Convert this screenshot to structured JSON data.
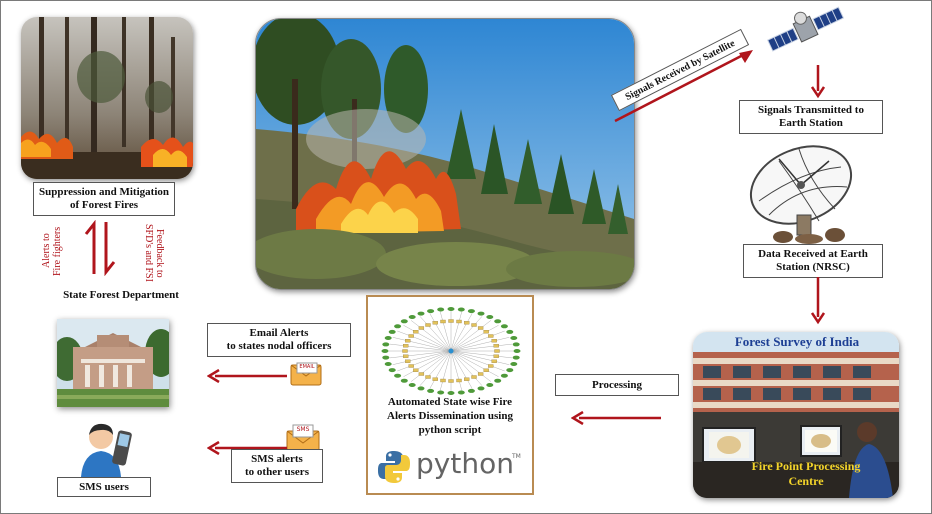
{
  "nodes": {
    "suppression": "Suppression and Mitigation\nof Forest Fires",
    "state_forest_dept": "State Forest Department",
    "alerts_to_fire_fighters": "Alerts to\nFire fighters",
    "feedback": "Feedback to\nSFD's and FSI",
    "signals_received": "Signals Received by Satellite",
    "signals_transmitted": "Signals Transmitted to\nEarth Station",
    "data_received": "Data Received at Earth\nStation (NRSC)",
    "email_alerts": "Email Alerts\nto states nodal officers",
    "sms_alerts": "SMS alerts\nto other users",
    "processing": "Processing",
    "sms_users": "SMS users",
    "automated": "Automated State wise Fire\nAlerts Dissemination using\npython script",
    "python_word": "python",
    "python_tm": "TM",
    "fsi_title": "Forest Survey of India",
    "fire_point_centre": "Fire Point Processing\nCentre",
    "email_icon_text": "EMAIL",
    "sms_icon_text": "SMS"
  },
  "colors": {
    "arrow_red": "#b0151c",
    "python_blue": "#3a6fa4",
    "python_yellow": "#f2c93b",
    "fsi_title": "#1d3f94",
    "fire_text": "#f3d42a",
    "python_box_border": "#b98b52"
  },
  "icons": [
    "satellite-icon",
    "satellite-dish-icon",
    "email-envelope-icon",
    "sms-envelope-icon",
    "python-logo-icon",
    "mobile-user-icon"
  ]
}
